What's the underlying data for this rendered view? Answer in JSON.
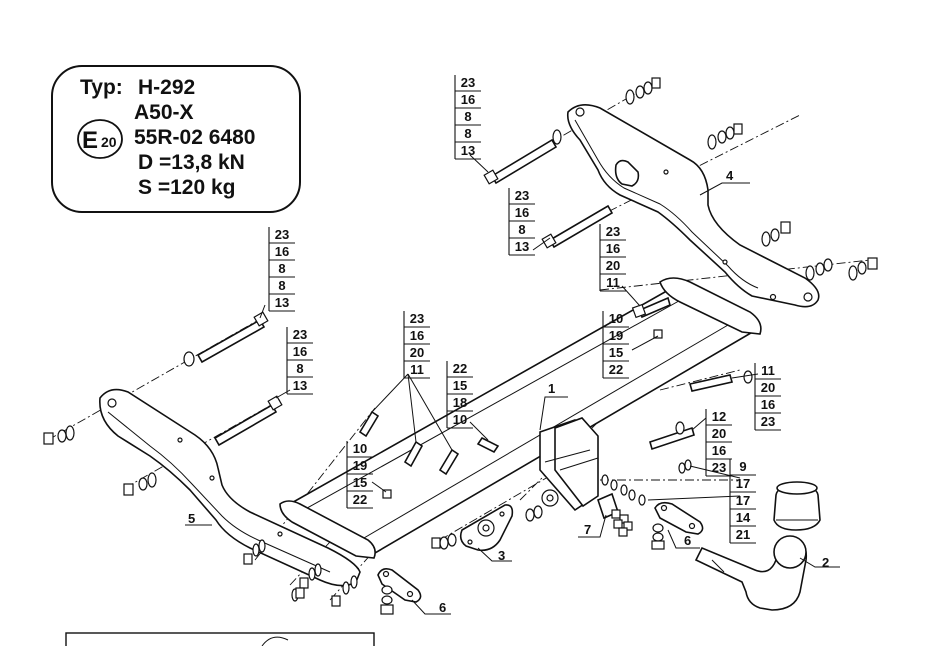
{
  "type_plate": {
    "typ_label": "Typ:",
    "typ_value": "H-292",
    "class": "A50-X",
    "e_mark": "E",
    "e_number": "20",
    "approval": "55R-02 6480",
    "d_value": "D =13,8 kN",
    "s_value": "S =120 kg"
  },
  "callout_stacks": [
    [
      "23",
      "16",
      "8",
      "8",
      "13"
    ],
    [
      "23",
      "16",
      "8",
      "13"
    ],
    [
      "23",
      "16",
      "8",
      "8",
      "13"
    ],
    [
      "23",
      "16",
      "8",
      "13"
    ],
    [
      "23",
      "16",
      "20",
      "11"
    ],
    [
      "10",
      "19",
      "15",
      "22"
    ],
    [
      "23",
      "16",
      "20",
      "11"
    ],
    [
      "22",
      "15",
      "18",
      "10"
    ],
    [
      "10",
      "19",
      "15",
      "22"
    ],
    [
      "11",
      "20",
      "16",
      "23"
    ],
    [
      "12",
      "20",
      "16",
      "23"
    ],
    [
      "9",
      "17",
      "17",
      "14",
      "21"
    ]
  ],
  "part_numbers": {
    "crossbar": "1",
    "ball": "2",
    "socket_plate": "3",
    "bracket_right": "4",
    "bracket_left": "5",
    "strap_bottom": "6",
    "strap_right": "6",
    "clamp_plate": "7"
  }
}
